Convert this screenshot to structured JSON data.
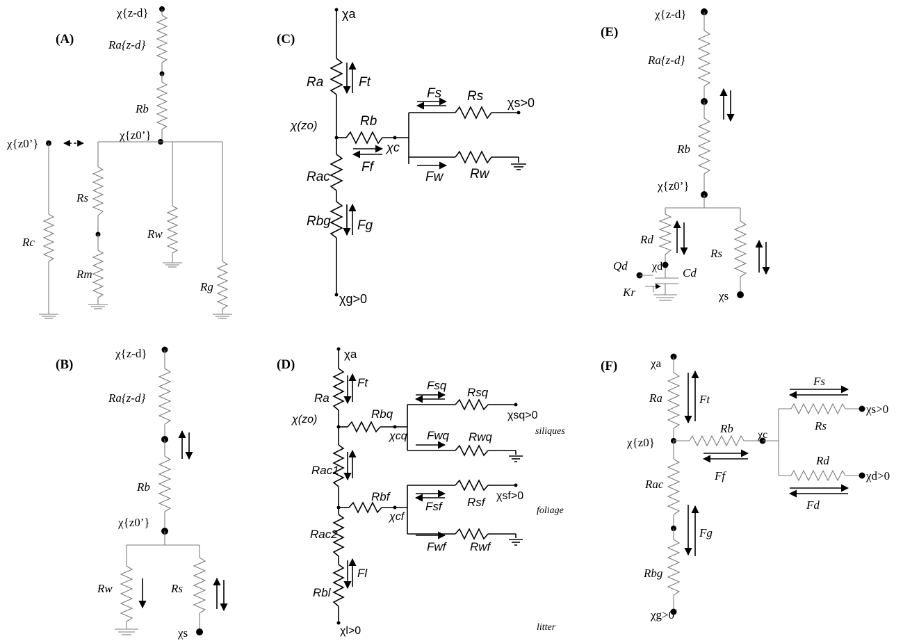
{
  "panels": {
    "A": {
      "tag": "(A)",
      "chi_top": "χ{z-d}",
      "Ra": "Ra{z-d}",
      "Rb": "Rb",
      "chi_z0": "χ{z0’}",
      "chi_z0_side": "χ{z0’}",
      "Rc": "Rc",
      "Rs": "Rs",
      "Rm": "Rm",
      "Rw": "Rw",
      "Rg": "Rg"
    },
    "B": {
      "tag": "(B)",
      "chi_top": "χ{z-d}",
      "Ra": "Ra{z-d}",
      "Rb": "Rb",
      "chi_z0": "χ{z0’}",
      "Rw": "Rw",
      "Rs": "Rs",
      "chi_s": "χs"
    },
    "C": {
      "tag": "(C)",
      "chi_a": "χa",
      "Ra": "Ra",
      "Ft": "Ft",
      "Fs": "Fs",
      "Rs": "Rs",
      "chi_s": "χs>0",
      "chi_z0": "χ(zo)",
      "Rb": "Rb",
      "chi_c": "χc",
      "Ff": "Ff",
      "Fw": "Fw",
      "Rw": "Rw",
      "Rac": "Rac",
      "Rbg": "Rbg",
      "Fg": "Fg",
      "chi_g": "χg>0"
    },
    "D": {
      "tag": "(D)",
      "chi_a": "χa",
      "Ra": "Ra",
      "Ft": "Ft",
      "Fsq": "Fsq",
      "Rsq": "Rsq",
      "chi_sq": "χsq>0",
      "chi_z0": "χ(zo)",
      "Rbq": "Rbq",
      "chi_cq": "χcq",
      "siliques": "siliques",
      "Fwq": "Fwq",
      "Rwq": "Rwq",
      "Rac1": "Rac1",
      "Rbf": "Rbf",
      "Fsf": "Fsf",
      "Rsf": "Rsf",
      "chi_sf": "χsf>0",
      "chi_cf": "χcf",
      "foliage": "foliage",
      "Fwf": "Fwf",
      "Rwf": "Rwf",
      "Rac2": "Rac2",
      "Fl": "Fl",
      "Rbl": "Rbl",
      "chi_l": "χl>0",
      "litter": "litter"
    },
    "E": {
      "tag": "(E)",
      "chi_top": "χ{z-d}",
      "Ra": "Ra{z-d}",
      "Rb": "Rb",
      "chi_z0": "χ{z0’}",
      "Rd": "Rd",
      "Rs": "Rs",
      "Qd": "Qd",
      "chi_d": "χd",
      "Cd": "Cd",
      "Kr": "Kr",
      "chi_s": "χs"
    },
    "F": {
      "tag": "(F)",
      "chi_a": "χa",
      "Ra": "Ra",
      "Ft": "Ft",
      "Fs": "Fs",
      "chi_z0": "χ{z0}",
      "Rb": "Rb",
      "chi_c": "χc",
      "chi_s": "χs>0",
      "Rs": "Rs",
      "Ff": "Ff",
      "Rd": "Rd",
      "chi_d": "χd>0",
      "Rac": "Rac",
      "Fd": "Fd",
      "Fg": "Fg",
      "Rbg": "Rbg",
      "chi_g": "χg>0"
    }
  }
}
